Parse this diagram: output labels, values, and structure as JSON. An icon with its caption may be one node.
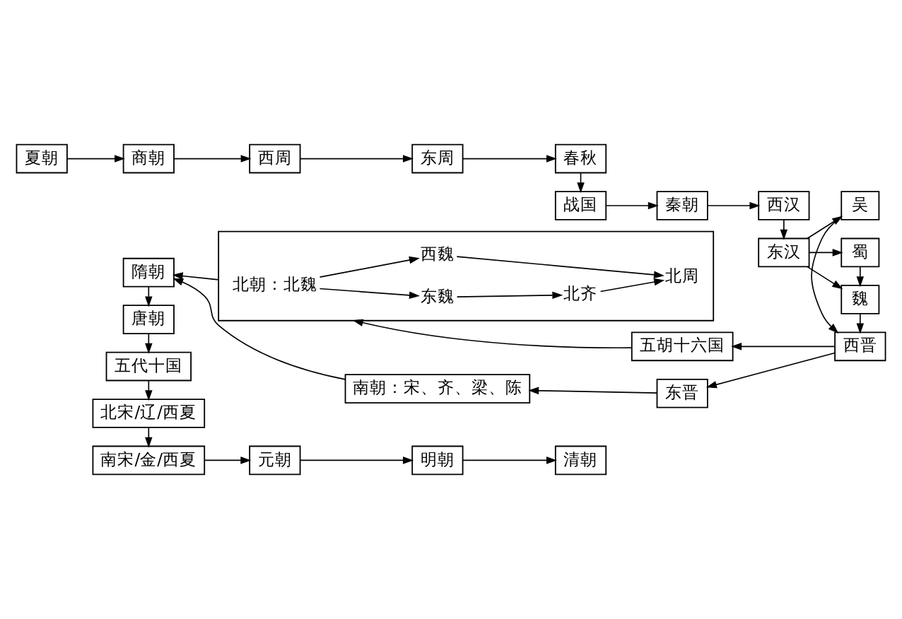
{
  "diagram": {
    "nodes": [
      {
        "text": [
          "夏朝"
        ]
      },
      {
        "text": [
          "商朝"
        ]
      },
      {
        "text": [
          "西周"
        ]
      },
      {
        "text": [
          "东周"
        ]
      },
      {
        "text": [
          "春秋"
        ]
      },
      {
        "text": [
          "战国"
        ]
      },
      {
        "text": [
          "秦朝"
        ]
      },
      {
        "text": [
          "西汉"
        ]
      },
      {
        "text": [
          "东汉"
        ]
      },
      {
        "text": [
          "吴"
        ]
      },
      {
        "text": [
          "魏"
        ]
      },
      {
        "text": [
          "蜀"
        ]
      },
      {
        "text": [
          "隋朝"
        ]
      },
      {
        "text": [],
        "shape": "box"
      },
      {
        "text": [
          "北朝：北魏"
        ],
        "in": 13
      },
      {
        "text": [
          "东魏"
        ],
        "in": 13
      },
      {
        "text": [
          "北齐"
        ],
        "in": 13
      },
      {
        "text": [
          "西魏"
        ],
        "in": 13
      },
      {
        "text": [
          "北周"
        ],
        "in": 13
      },
      {
        "text": [
          "五胡十六国"
        ]
      },
      {
        "text": [
          "西晋"
        ]
      },
      {
        "text": [
          "南朝：宋、齐、梁、陈"
        ]
      },
      {
        "text": [
          "东晋"
        ]
      },
      {
        "text": [
          "唐朝"
        ]
      },
      {
        "text": [
          "五代十国"
        ]
      },
      {
        "text": [
          "北宋/辽/西夏"
        ]
      },
      {
        "text": [
          "南宋/金/西夏"
        ]
      },
      {
        "text": [
          "元朝"
        ]
      },
      {
        "text": [
          "明朝"
        ]
      },
      {
        "text": [
          "清朝"
        ]
      }
    ],
    "edges": [
      {
        "from": 0,
        "to": 1,
        "arrow": "to"
      },
      {
        "from": 1,
        "to": 2,
        "arrow": "to"
      },
      {
        "from": 2,
        "to": 3,
        "arrow": "to"
      },
      {
        "from": 3,
        "to": 4,
        "arrow": "to"
      },
      {
        "from": 4,
        "to": 5,
        "arrow": "to"
      },
      {
        "from": 5,
        "to": 6,
        "arrow": "to"
      },
      {
        "from": 6,
        "to": 7,
        "arrow": "to"
      },
      {
        "from": 7,
        "to": 8,
        "arrow": "to"
      },
      {
        "from": 8,
        "to": 9,
        "arrow": "to"
      },
      {
        "from": 8,
        "to": 10,
        "arrow": "to"
      },
      {
        "from": 8,
        "to": 11,
        "arrow": "to"
      },
      {
        "from": 11,
        "to": 10,
        "arrow": "to"
      },
      {
        "from": 9,
        "to": 20,
        "arrow": "to"
      },
      {
        "from": 10,
        "to": 20,
        "arrow": "to"
      },
      {
        "from": 20,
        "to": 19,
        "arrow": "to"
      },
      {
        "from": 20,
        "to": 22,
        "arrow": "to"
      },
      {
        "from": 19,
        "to": 13,
        "arrow": "to"
      },
      {
        "from": 22,
        "to": 21,
        "arrow": "to"
      },
      {
        "from": 13,
        "to": 12,
        "arrow": "to"
      },
      {
        "from": 21,
        "to": 12,
        "arrow": "to"
      },
      {
        "from": 14,
        "to": 17,
        "arrow": "to"
      },
      {
        "from": 14,
        "to": 15,
        "arrow": "to"
      },
      {
        "from": 15,
        "to": 16,
        "arrow": "to"
      },
      {
        "from": 16,
        "to": 18,
        "arrow": "to"
      },
      {
        "from": 17,
        "to": 18,
        "arrow": "to"
      },
      {
        "from": 12,
        "to": 23,
        "arrow": "to"
      },
      {
        "from": 23,
        "to": 24,
        "arrow": "to"
      },
      {
        "from": 24,
        "to": 25,
        "arrow": "to"
      },
      {
        "from": 25,
        "to": 26,
        "arrow": "to"
      },
      {
        "from": 26,
        "to": 27,
        "arrow": "to"
      },
      {
        "from": 27,
        "to": 28,
        "arrow": "to"
      },
      {
        "from": 28,
        "to": 29,
        "arrow": "to"
      }
    ]
  }
}
